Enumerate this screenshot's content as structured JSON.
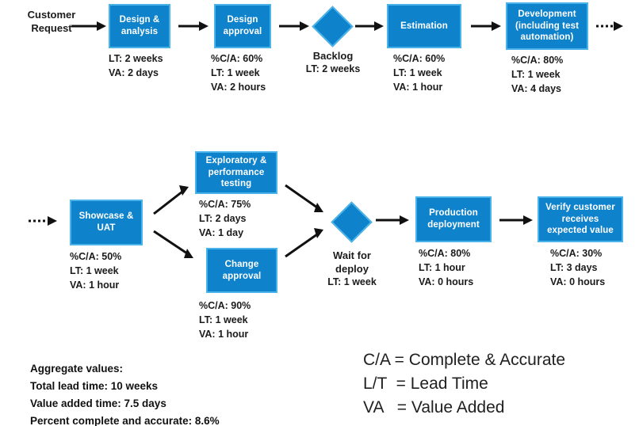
{
  "diagram": {
    "title": "Value stream map",
    "accent_color": "#0f82cc",
    "accent_border_color": "#49b3ea",
    "text_color": "#1b1b1b"
  },
  "start_label": "Customer\nRequest",
  "row1": {
    "steps": [
      {
        "name": "design-analysis",
        "label": "Design &\nanalysis",
        "metrics": "LT: 2 weeks\nVA: 2 days"
      },
      {
        "name": "design-approval",
        "label": "Design\napproval",
        "metrics": "%C/A: 60%\nLT: 1 week\nVA: 2 hours"
      },
      {
        "name": "backlog",
        "label": "Backlog",
        "metrics": "LT: 2 weeks"
      },
      {
        "name": "estimation",
        "label": "Estimation",
        "metrics": "%C/A: 60%\nLT: 1 week\nVA: 1 hour"
      },
      {
        "name": "development",
        "label": "Development\n(including test\nautomation)",
        "metrics": "%C/A: 80%\nLT: 1 week\nVA: 4 days"
      }
    ]
  },
  "row2": {
    "steps": [
      {
        "name": "showcase-uat",
        "label": "Showcase &\nUAT",
        "metrics": "%C/A: 50%\nLT: 1 week\nVA: 1 hour"
      },
      {
        "name": "exploratory-performance-testing",
        "label": "Exploratory &\nperformance\ntesting",
        "metrics": "%C/A: 75%\nLT: 2 days\nVA: 1 day"
      },
      {
        "name": "change-approval",
        "label": "Change\napproval",
        "metrics": "%C/A: 90%\nLT: 1 week\nVA: 1 hour"
      },
      {
        "name": "wait-for-deploy",
        "label": "Wait for\ndeploy",
        "metrics": "LT: 1 week"
      },
      {
        "name": "production-deployment",
        "label": "Production\ndeployment",
        "metrics": "%C/A: 80%\nLT: 1 hour\nVA: 0 hours"
      },
      {
        "name": "verify-customer-value",
        "label": "Verify customer\nreceives\nexpected value",
        "metrics": "%C/A: 30%\nLT: 3 days\nVA: 0 hours"
      }
    ]
  },
  "aggregate": {
    "heading": "Aggregate values:",
    "total_lead_time": "Total lead time: 10 weeks",
    "value_added_time": "Value added time: 7.5 days",
    "percent_complete_accurate": "Percent complete and accurate: 8.6%",
    "block": "Aggregate values:\nTotal lead time: 10 weeks\nValue added time: 7.5 days\nPercent complete and accurate: 8.6%"
  },
  "legend": {
    "ca": "C/A = Complete & Accurate",
    "lt": "L/T  = Lead Time",
    "va": "VA   = Value Added",
    "block": "C/A = Complete & Accurate\nL/T  = Lead Time\nVA   = Value Added"
  },
  "chart_data": {
    "type": "diagram",
    "title": "Value stream map",
    "nodes": [
      {
        "id": "customer-request",
        "shape": "text",
        "label": "Customer Request"
      },
      {
        "id": "design-analysis",
        "shape": "process",
        "label": "Design & analysis",
        "lead_time": "2 weeks",
        "value_added": "2 days"
      },
      {
        "id": "design-approval",
        "shape": "process",
        "label": "Design approval",
        "percent_ca": "60%",
        "lead_time": "1 week",
        "value_added": "2 hours"
      },
      {
        "id": "backlog",
        "shape": "diamond",
        "label": "Backlog",
        "lead_time": "2 weeks"
      },
      {
        "id": "estimation",
        "shape": "process",
        "label": "Estimation",
        "percent_ca": "60%",
        "lead_time": "1 week",
        "value_added": "1 hour"
      },
      {
        "id": "development",
        "shape": "process",
        "label": "Development (including test automation)",
        "percent_ca": "80%",
        "lead_time": "1 week",
        "value_added": "4 days"
      },
      {
        "id": "showcase-uat",
        "shape": "process",
        "label": "Showcase & UAT",
        "percent_ca": "50%",
        "lead_time": "1 week",
        "value_added": "1 hour"
      },
      {
        "id": "exploratory-performance-testing",
        "shape": "process",
        "label": "Exploratory & performance testing",
        "percent_ca": "75%",
        "lead_time": "2 days",
        "value_added": "1 day"
      },
      {
        "id": "change-approval",
        "shape": "process",
        "label": "Change approval",
        "percent_ca": "90%",
        "lead_time": "1 week",
        "value_added": "1 hour"
      },
      {
        "id": "wait-for-deploy",
        "shape": "diamond",
        "label": "Wait for deploy",
        "lead_time": "1 week"
      },
      {
        "id": "production-deployment",
        "shape": "process",
        "label": "Production deployment",
        "percent_ca": "80%",
        "lead_time": "1 hour",
        "value_added": "0 hours"
      },
      {
        "id": "verify-customer-value",
        "shape": "process",
        "label": "Verify customer receives expected value",
        "percent_ca": "30%",
        "lead_time": "3 days",
        "value_added": "0 hours"
      }
    ],
    "edges": [
      {
        "from": "customer-request",
        "to": "design-analysis",
        "style": "solid"
      },
      {
        "from": "design-analysis",
        "to": "design-approval",
        "style": "solid"
      },
      {
        "from": "design-approval",
        "to": "backlog",
        "style": "solid"
      },
      {
        "from": "backlog",
        "to": "estimation",
        "style": "solid"
      },
      {
        "from": "estimation",
        "to": "development",
        "style": "solid"
      },
      {
        "from": "development",
        "to": "showcase-uat",
        "style": "dotted"
      },
      {
        "from": "showcase-uat",
        "to": "exploratory-performance-testing",
        "style": "solid"
      },
      {
        "from": "showcase-uat",
        "to": "change-approval",
        "style": "solid"
      },
      {
        "from": "exploratory-performance-testing",
        "to": "wait-for-deploy",
        "style": "solid"
      },
      {
        "from": "change-approval",
        "to": "wait-for-deploy",
        "style": "solid"
      },
      {
        "from": "wait-for-deploy",
        "to": "production-deployment",
        "style": "solid"
      },
      {
        "from": "production-deployment",
        "to": "verify-customer-value",
        "style": "solid"
      }
    ],
    "totals": {
      "total_lead_time": "10 weeks",
      "value_added_time": "7.5 days",
      "percent_complete_and_accurate": "8.6%"
    }
  }
}
